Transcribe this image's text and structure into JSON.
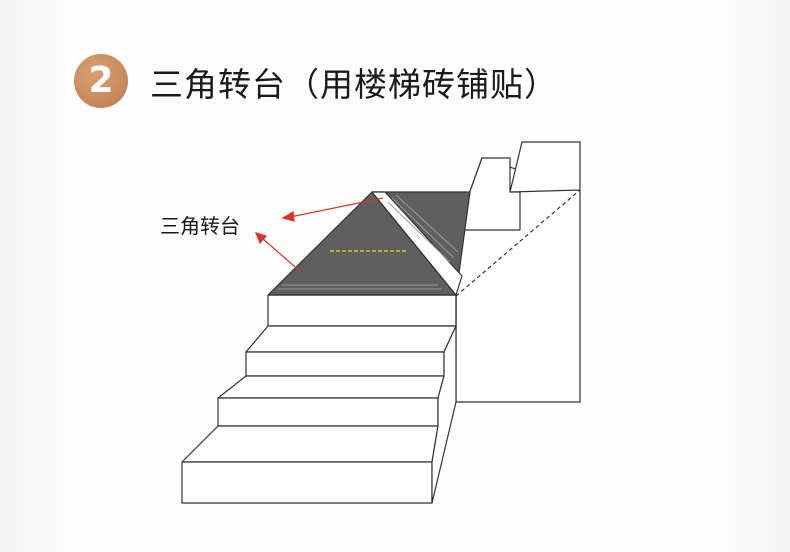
{
  "badge": {
    "number": "2",
    "color": "#c98a5c"
  },
  "title": "三角转台（用楼梯砖铺贴）",
  "diagram": {
    "annotation_label": "三角转台",
    "arrow_color": "#d9342b",
    "landing_fill": "#5f5f5f",
    "guide_line_color": "#e3c21b",
    "icons": [
      "staircase-diagram"
    ]
  }
}
